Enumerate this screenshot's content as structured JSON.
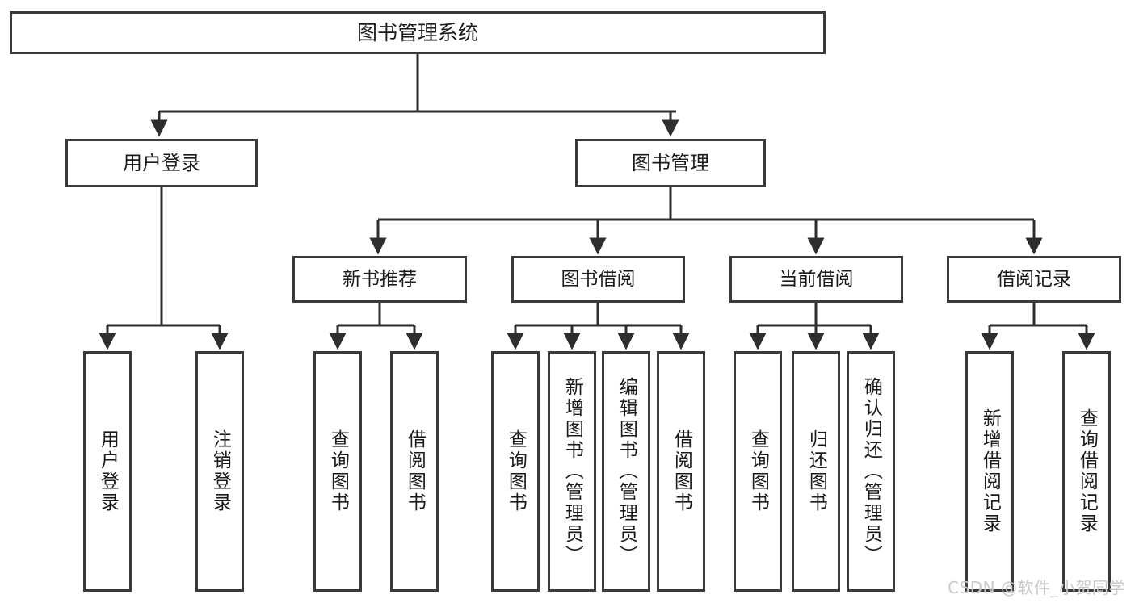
{
  "diagram": {
    "title": "图书管理系统",
    "watermark": "CSDN @软件_小贺同学",
    "stroke_color": "#3a3a3a",
    "fill_color": "#ffffff",
    "text_color": "#1b1b1b",
    "watermark_color": "#c9c9c9",
    "nodes": {
      "root": {
        "label": "图书管理系统"
      },
      "level2": [
        {
          "label": "用户登录"
        },
        {
          "label": "图书管理"
        }
      ],
      "level3": [
        {
          "label": "新书推荐"
        },
        {
          "label": "图书借阅"
        },
        {
          "label": "当前借阅"
        },
        {
          "label": "借阅记录"
        }
      ],
      "leaves": {
        "user_login": [
          {
            "label": "用户登录"
          },
          {
            "label": "注销登录"
          }
        ],
        "new_book_recommend": [
          {
            "label": "查询图书"
          },
          {
            "label": "借阅图书"
          }
        ],
        "book_borrow": [
          {
            "label": "查询图书"
          },
          {
            "label": "新增图书（管理员）"
          },
          {
            "label": "编辑图书（管理员）"
          },
          {
            "label": "借阅图书"
          }
        ],
        "current_borrow": [
          {
            "label": "查询图书"
          },
          {
            "label": "归还图书"
          },
          {
            "label": "确认归还（管理员）"
          }
        ],
        "borrow_record": [
          {
            "label": "新增借阅记录"
          },
          {
            "label": "查询借阅记录"
          }
        ]
      }
    }
  }
}
